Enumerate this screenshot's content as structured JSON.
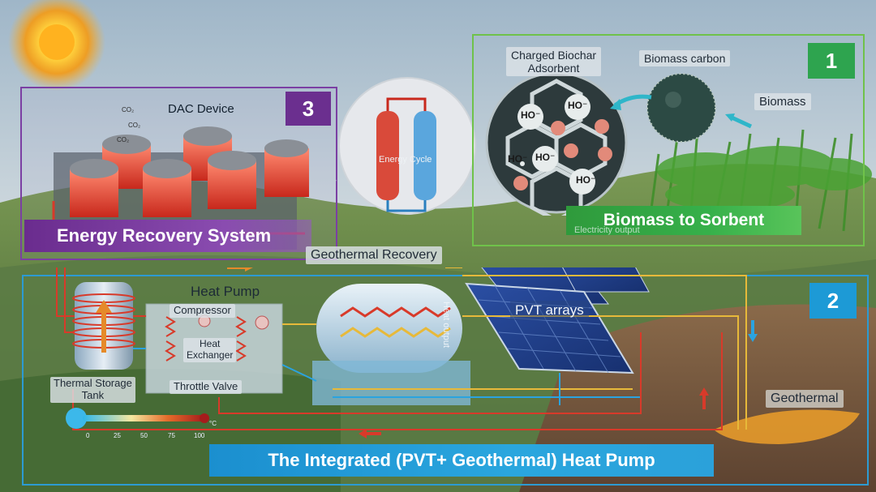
{
  "panels": {
    "dac": {
      "number": "3",
      "title": "Energy Recovery System"
    },
    "biomass": {
      "number": "1",
      "title": "Biomass to Sorbent"
    },
    "heatpump": {
      "number": "2",
      "title": "The Integrated (PVT+ Geothermal) Heat Pump"
    }
  },
  "labels": {
    "dac_device": "DAC Device",
    "energy_cycle": "Energy Cycle",
    "charged_biochar": "Charged Biochar\nAdsorbent",
    "biomass_carbon": "Biomass carbon",
    "biomass": "Biomass",
    "electricity_output": "Electricity output",
    "geothermal_recovery": "Geothermal Recovery",
    "heat_pump": "Heat Pump",
    "compressor": "Compressor",
    "heat_exchanger": "Heat\nExchanger",
    "throttle_valve": "Throttle Valve",
    "thermal_storage_tank": "Thermal Storage\nTank",
    "heat_output": "Heat output",
    "pvt_arrays": "PVT arrays",
    "geothermal": "Geothermal"
  },
  "chemistry": {
    "hydroxide": [
      "HO⁻",
      "HO⁻",
      "HO⁻",
      "HO⁻",
      "HO⁻"
    ],
    "co2": [
      "CO₂",
      "CO₂",
      "CO₂"
    ]
  },
  "temperature_scale": {
    "ticks": [
      "0",
      "25",
      "50",
      "75",
      "100"
    ],
    "unit": "°C"
  },
  "colors": {
    "panel_3": "#7b3fa3",
    "panel_1": "#6fc24a",
    "panel_2": "#2c9bd2",
    "hot_pipe": "#d83a2a",
    "cold_pipe": "#2aa3e0",
    "warm_pipe": "#e7b93a"
  }
}
